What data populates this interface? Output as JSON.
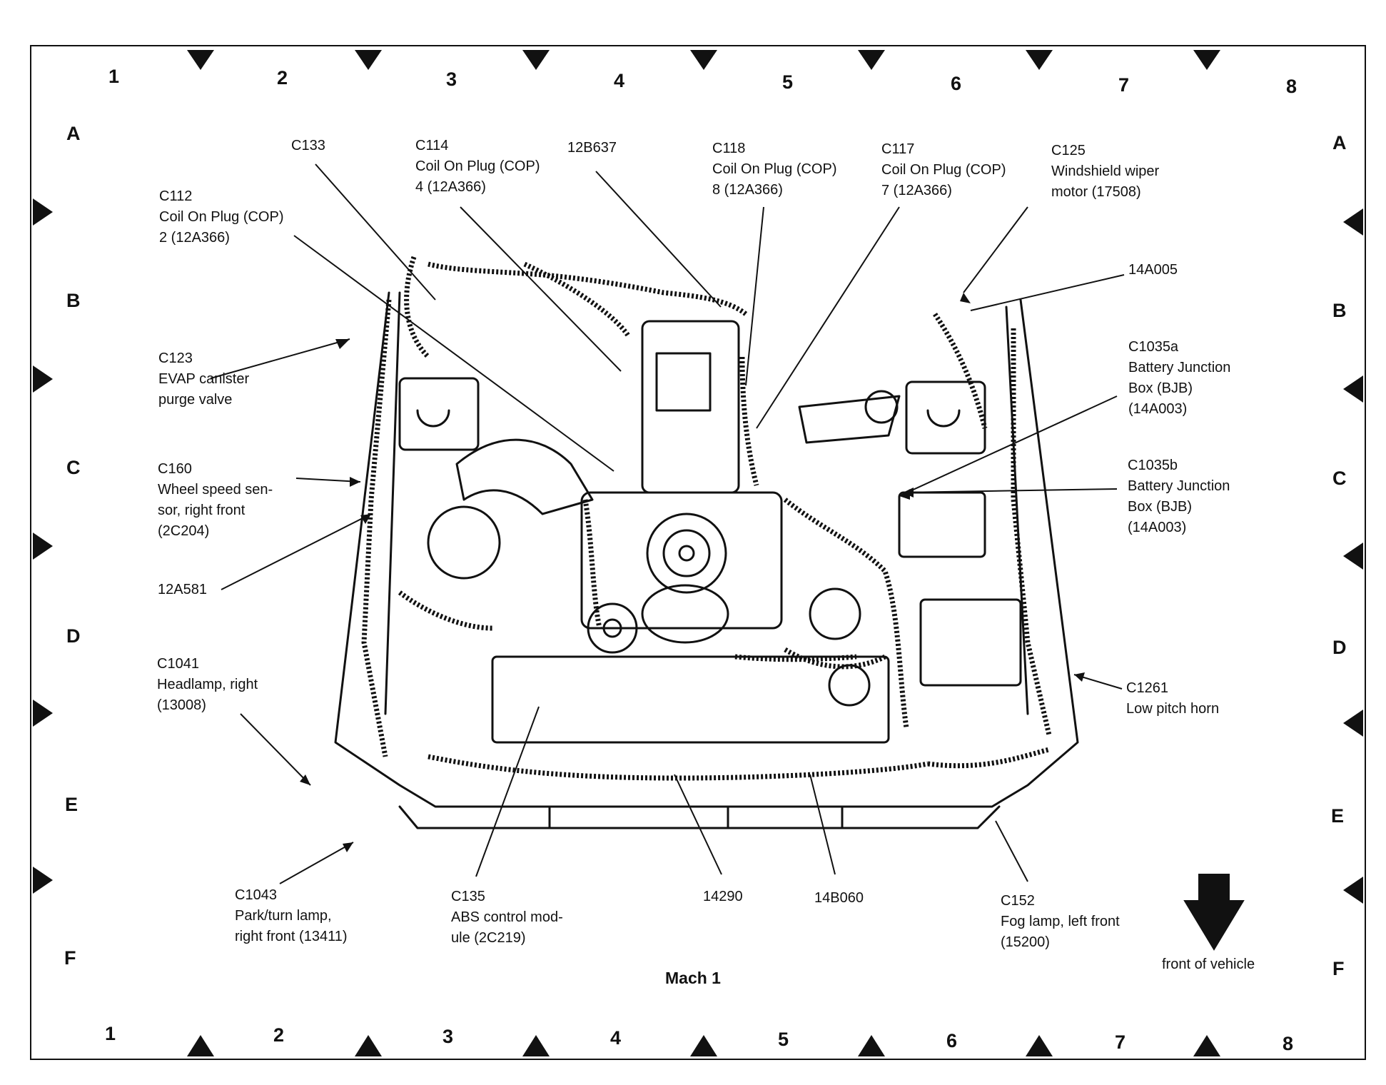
{
  "grid": {
    "columns_top": [
      "1",
      "2",
      "3",
      "4",
      "5",
      "6",
      "7",
      "8"
    ],
    "columns_bottom": [
      "1",
      "2",
      "3",
      "4",
      "5",
      "6",
      "7",
      "8"
    ],
    "rows_left": [
      "A",
      "B",
      "C",
      "D",
      "E",
      "F"
    ],
    "rows_right": [
      "A",
      "B",
      "C",
      "D",
      "E",
      "F"
    ]
  },
  "diagram_title": "Mach 1",
  "front_label": "front of vehicle",
  "callouts": [
    {
      "id": "c133",
      "lines": [
        "C133"
      ]
    },
    {
      "id": "c114",
      "lines": [
        "C114",
        "Coil On Plug (COP)",
        "4 (12A366)"
      ]
    },
    {
      "id": "12b637",
      "lines": [
        "12B637"
      ]
    },
    {
      "id": "c118",
      "lines": [
        "C118",
        "Coil On Plug (COP)",
        "8 (12A366)"
      ]
    },
    {
      "id": "c117",
      "lines": [
        "C117",
        "Coil On Plug (COP)",
        "7 (12A366)"
      ]
    },
    {
      "id": "c125",
      "lines": [
        "C125",
        "Windshield wiper",
        "motor (17508)"
      ]
    },
    {
      "id": "c112",
      "lines": [
        "C112",
        "Coil On Plug (COP)",
        "2 (12A366)"
      ]
    },
    {
      "id": "14a005",
      "lines": [
        "14A005"
      ]
    },
    {
      "id": "c123",
      "lines": [
        "C123",
        "EVAP canister",
        "purge valve"
      ]
    },
    {
      "id": "c1035a",
      "lines": [
        "C1035a",
        "Battery Junction",
        "Box (BJB)",
        "(14A003)"
      ]
    },
    {
      "id": "c160",
      "lines": [
        "C160",
        "Wheel speed sen-",
        "sor, right front",
        "(2C204)"
      ]
    },
    {
      "id": "c1035b",
      "lines": [
        "C1035b",
        "Battery Junction",
        "Box (BJB)",
        "(14A003)"
      ]
    },
    {
      "id": "12a581",
      "lines": [
        "12A581"
      ]
    },
    {
      "id": "c1041",
      "lines": [
        "C1041",
        "Headlamp, right",
        "(13008)"
      ]
    },
    {
      "id": "c1261",
      "lines": [
        "C1261",
        "Low pitch horn"
      ]
    },
    {
      "id": "c1043",
      "lines": [
        "C1043",
        "Park/turn lamp,",
        "right front (13411)"
      ]
    },
    {
      "id": "c135",
      "lines": [
        "C135",
        "ABS control mod-",
        "ule (2C219)"
      ]
    },
    {
      "id": "14290",
      "lines": [
        "14290"
      ]
    },
    {
      "id": "14b060",
      "lines": [
        "14B060"
      ]
    },
    {
      "id": "c152",
      "lines": [
        "C152",
        "Fog lamp, left front",
        "(15200)"
      ]
    }
  ]
}
